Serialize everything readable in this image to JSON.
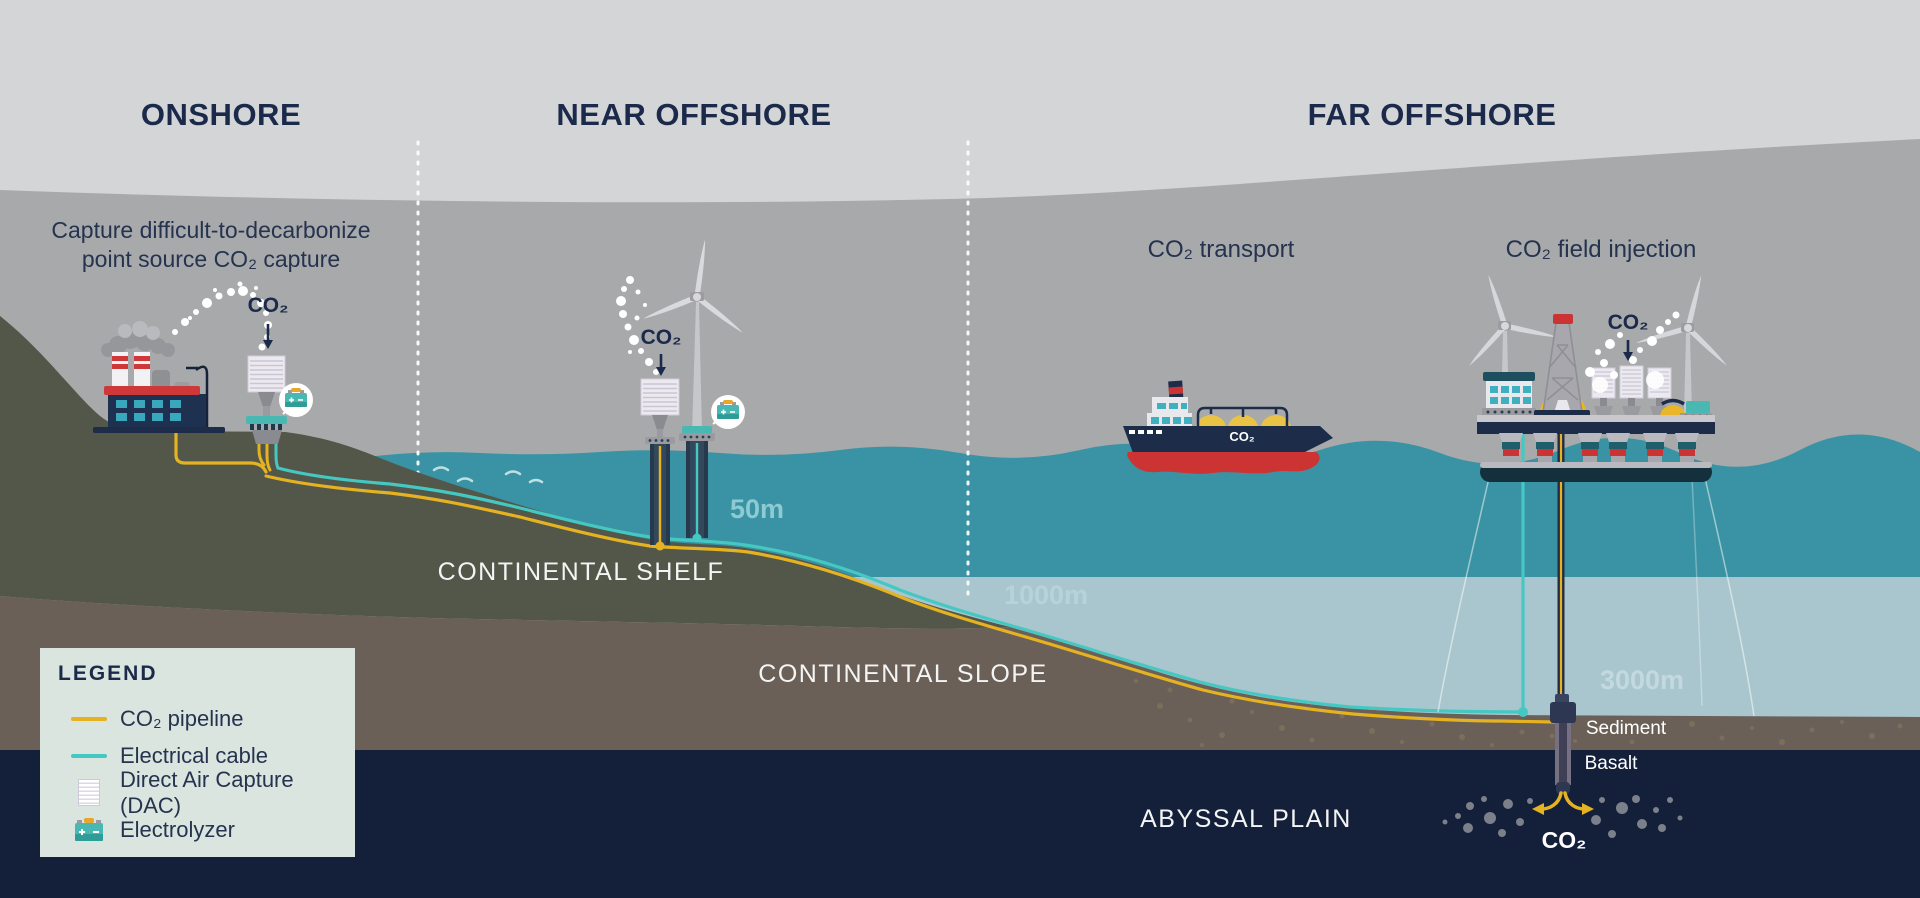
{
  "sections": {
    "onshore": "ONSHORE",
    "near_offshore": "NEAR OFFSHORE",
    "far_offshore": "FAR OFFSHORE"
  },
  "captions": {
    "onshore_line1": "Capture difficult-to-decarbonize",
    "onshore_line2": "point source CO₂ capture",
    "transport": "CO₂ transport",
    "field_injection": "CO₂ field injection"
  },
  "labels": {
    "co2": "CO₂",
    "shelf": "CONTINENTAL SHELF",
    "slope": "CONTINENTAL SLOPE",
    "abyssal": "ABYSSAL PLAIN",
    "sediment": "Sediment",
    "basalt": "Basalt"
  },
  "depths": {
    "shelf": "50m",
    "slope": "1000m",
    "deep": "3000m"
  },
  "legend": {
    "title": "LEGEND",
    "items": [
      {
        "id": "co2-pipeline",
        "label": "CO₂ pipeline",
        "swatch": "yellow-line",
        "color": "#e5b222"
      },
      {
        "id": "electrical-cable",
        "label": "Electrical cable",
        "swatch": "teal-line",
        "color": "#45c8c2"
      },
      {
        "id": "direct-air-capture",
        "label": "Direct Air Capture (DAC)",
        "swatch": "dac-icon"
      },
      {
        "id": "electrolyzer",
        "label": "Electrolyzer",
        "swatch": "electrolyzer-icon"
      }
    ]
  },
  "colors": {
    "sky_upper": "#d4d5d7",
    "sky_lower": "#a8a9ab",
    "water": "#3a93a4",
    "water_deep": "#a9c6ce",
    "grass": "#55a04a",
    "seabed_top": "#53574a",
    "rock": "#6b6058",
    "basalt": "#141f3a",
    "pipeline_yellow": "#e5b222",
    "cable_teal": "#45c8c2",
    "ink_navy": "#1b2a4a",
    "accent_red": "#cc3434"
  }
}
